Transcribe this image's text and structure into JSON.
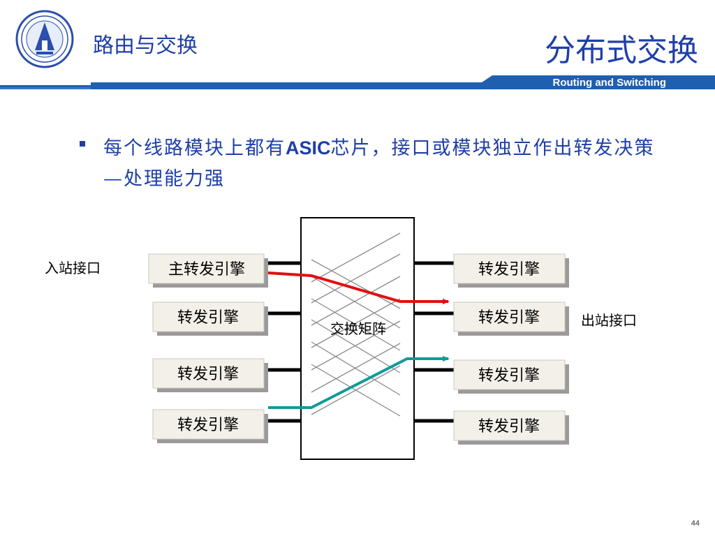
{
  "header": {
    "course_title": "路由与交换",
    "slide_title": "分布式交换",
    "subtitle": "Routing and Switching",
    "colors": {
      "primary": "#1f3fa8",
      "band": "#1f5fb0"
    }
  },
  "bullet": {
    "part1": "每个线路模块上都有",
    "asic": "ASIC",
    "part2": "芯片，接口或模块独立作出转发决策—处理能力强"
  },
  "diagram": {
    "matrix_label": "交换矩阵",
    "left_engines": [
      "主转发引擎",
      "转发引擎",
      "转发引擎",
      "转发引擎"
    ],
    "right_engines": [
      "转发引擎",
      "转发引擎",
      "转发引擎",
      "转发引擎"
    ],
    "ingress_label": "入站接口",
    "egress_label": "出站接口",
    "colors": {
      "red_path": "#e01010",
      "teal_path": "#119a9a"
    }
  },
  "footer": {
    "page_number": "44"
  }
}
